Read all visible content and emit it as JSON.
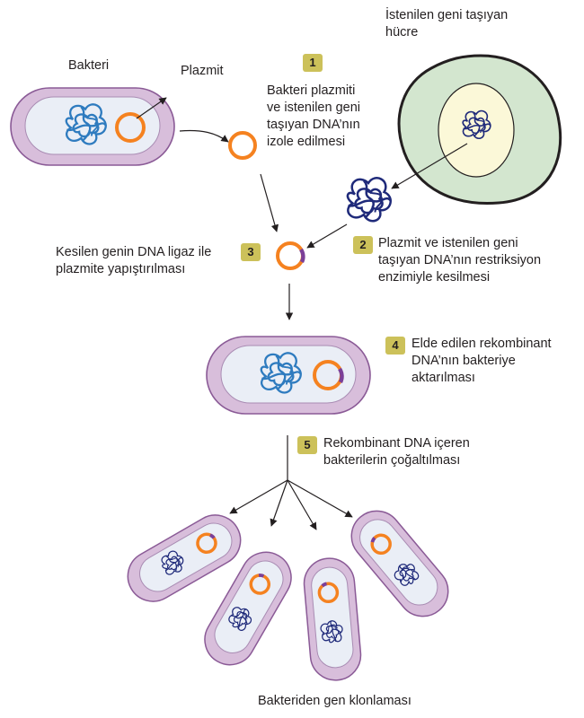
{
  "labels": {
    "bakteri": "Bakteri",
    "plazmit": "Plazmit",
    "cell": "İstenilen geni taşıyan\nhücre",
    "title": "Bakteriden gen klonlaması"
  },
  "steps": [
    {
      "number": "1",
      "text": "Bakteri plazmiti\nve istenilen geni\ntaşıyan DNA’nın\nizole edilmesi"
    },
    {
      "number": "2",
      "text": "Plazmit ve istenilen geni\ntaşıyan DNA’nın restriksiyon\nenzimiyle kesilmesi"
    },
    {
      "number": "3",
      "text": "Kesilen genin DNA ligaz ile\nplazmite yapıştırılması"
    },
    {
      "number": "4",
      "text": "Elde edilen rekombinant\nDNA’nın bakteriye\naktarılması"
    },
    {
      "number": "5",
      "text": "Rekombinant DNA içeren\nbakterilerin çoğaltılması"
    }
  ],
  "colors": {
    "bacteria_wall": "#d8bedb",
    "bacteria_outline": "#8a5a96",
    "bacteria_inner": "#eaeef6",
    "plasmid": "#f58220",
    "insert_gene": "#7b3f98",
    "bacterial_dna": "#2e7bbf",
    "donor_dna": "#1f2a7a",
    "cell_outer": "#d3e6cf",
    "cell_nucleus": "#fbf8d8",
    "badge": "#ccc15a",
    "arrow": "#231f20"
  }
}
